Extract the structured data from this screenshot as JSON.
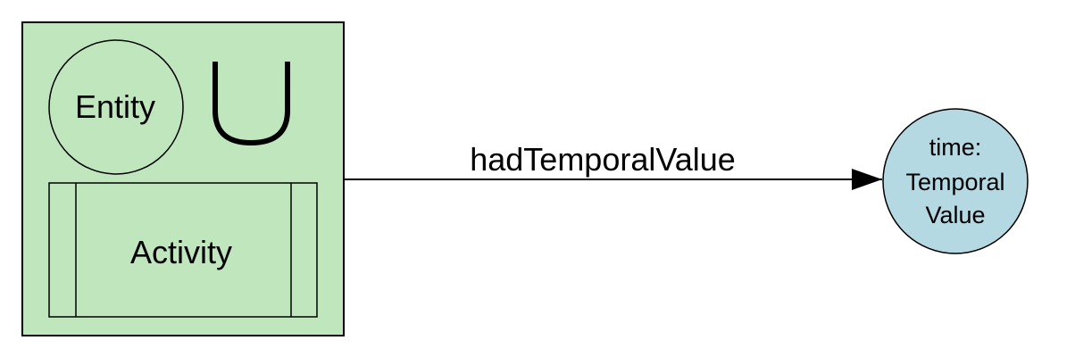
{
  "diagram": {
    "group": {
      "entity_label": "Entity",
      "union_symbol": "∪",
      "activity_label": "Activity"
    },
    "edge": {
      "label": "hadTemporalValue"
    },
    "target": {
      "line1": "time:",
      "line2": "Temporal",
      "line3": "Value"
    }
  },
  "colors": {
    "group_fill": "#c0e6bd",
    "target_fill": "#b5d9e3",
    "stroke": "#000000"
  }
}
